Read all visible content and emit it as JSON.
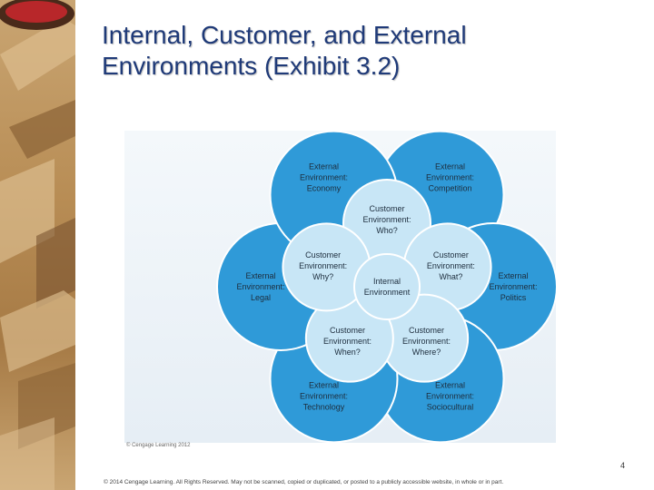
{
  "slide": {
    "title_line1": "Internal, Customer, and External",
    "title_line2": "Environments (Exhibit 3.2)",
    "credit": "© Cengage Learning 2012",
    "page_number": "4",
    "footer": "© 2014 Cengage Learning. All Rights Reserved. May not be scanned, copied or duplicated, or posted to a publicly accessible website, in whole or in part."
  },
  "colors": {
    "outer_circle": "#2f9ad8",
    "inner_circle": "#c8e6f6",
    "circle_stroke": "#ffffff",
    "title": "#1f3a78"
  },
  "diagram": {
    "center": [
      "Internal",
      "Environment"
    ],
    "customer": [
      [
        "Customer",
        "Environment:",
        "Who?"
      ],
      [
        "Customer",
        "Environment:",
        "What?"
      ],
      [
        "Customer",
        "Environment:",
        "Where?"
      ],
      [
        "Customer",
        "Environment:",
        "When?"
      ],
      [
        "Customer",
        "Environment:",
        "Why?"
      ]
    ],
    "external": [
      [
        "External",
        "Environment:",
        "Competition"
      ],
      [
        "External",
        "Environment:",
        "Politics"
      ],
      [
        "External",
        "Environment:",
        "Sociocultural"
      ],
      [
        "External",
        "Environment:",
        "Technology"
      ],
      [
        "External",
        "Environment:",
        "Legal"
      ],
      [
        "External",
        "Environment:",
        "Economy"
      ]
    ]
  }
}
